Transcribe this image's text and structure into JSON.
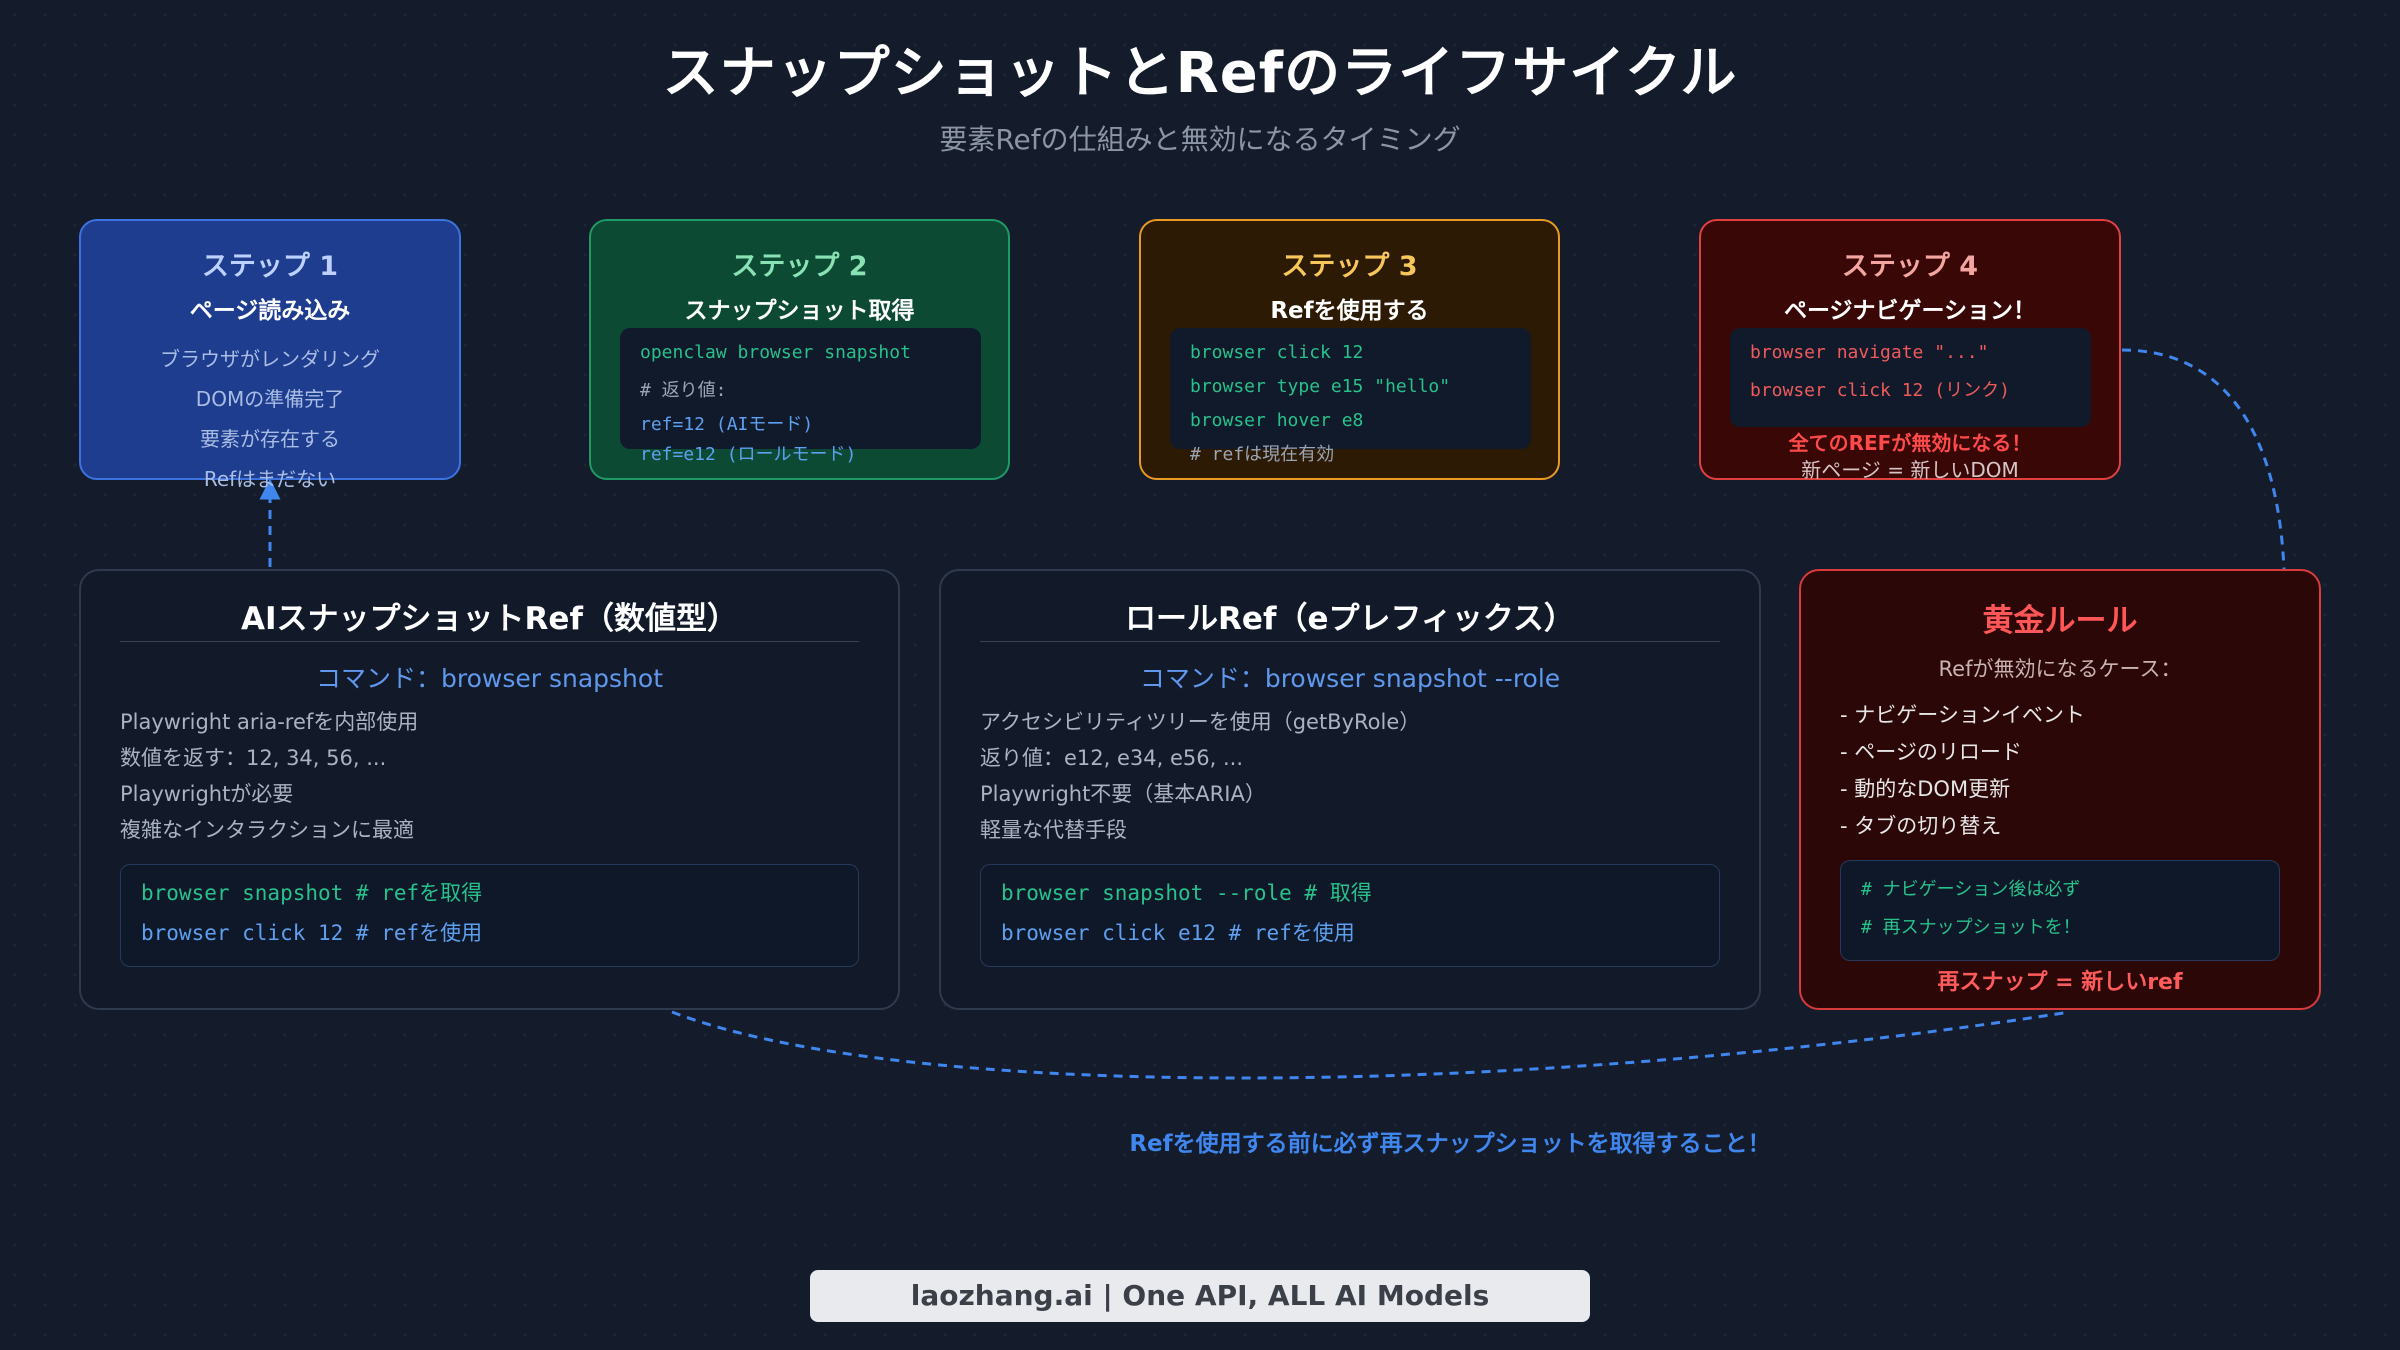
{
  "title": "スナップショットとRefのライフサイクル",
  "subtitle": "要素Refの仕組みと無効になるタイミング",
  "steps": [
    {
      "name": "ステップ 1",
      "title": "ページ読み込み",
      "lines": [
        "ブラウザがレンダリング",
        "DOMの準備完了",
        "要素が存在する",
        "Refはまだない"
      ]
    },
    {
      "name": "ステップ 2",
      "title": "スナップショット取得",
      "code": [
        "openclaw browser snapshot",
        "# 返り値:",
        "ref=12 (AIモード)",
        "ref=e12 (ロールモード)"
      ]
    },
    {
      "name": "ステップ 3",
      "title": "Refを使用する",
      "code": [
        "browser click 12",
        "browser type e15 \"hello\"",
        "browser hover e8",
        "# refは現在有効"
      ]
    },
    {
      "name": "ステップ 4",
      "title": "ページナビゲーション！",
      "code": [
        "browser navigate \"...\"",
        "browser click 12 (リンク)"
      ],
      "warning": "全てのREFが無効になる！",
      "note": "新ページ = 新しいDOM"
    }
  ],
  "panels": {
    "ai": {
      "title": "AIスナップショットRef（数値型）",
      "command": "コマンド：browser snapshot",
      "lines": [
        "Playwright aria-refを内部使用",
        "数値を返す：12, 34, 56, ...",
        "Playwrightが必要",
        "複雑なインタラクションに最適"
      ],
      "code": [
        "browser snapshot # refを取得",
        "browser click 12 # refを使用"
      ]
    },
    "role": {
      "title": "ロールRef（eプレフィックス）",
      "command": "コマンド：browser snapshot --role",
      "lines": [
        "アクセシビリティツリーを使用（getByRole）",
        "返り値：e12, e34, e56, ...",
        "Playwright不要（基本ARIA）",
        "軽量な代替手段"
      ],
      "code": [
        "browser snapshot --role # 取得",
        "browser click e12 # refを使用"
      ]
    }
  },
  "golden_rule": {
    "title": "黄金ルール",
    "subtitle": "Refが無効になるケース：",
    "items": [
      "- ナビゲーションイベント",
      "- ページのリロード",
      "- 動的なDOM更新",
      "- タブの切り替え"
    ],
    "code": [
      "# ナビゲーション後は必ず",
      "# 再スナップショットを！"
    ],
    "footer": "再スナップ = 新しいref"
  },
  "bottom_note": "Refを使用する前に必ず再スナップショットを取得すること！",
  "footer": "laozhang.ai | One API, ALL AI Models",
  "colors": {
    "step1": "#1e3d8f",
    "step2": "#0c4a34",
    "step3": "#2c1a05",
    "step4": "#3a0707",
    "accent_blue": "#3f86ee",
    "accent_red": "#ff5757",
    "code_green": "#27c18a"
  }
}
